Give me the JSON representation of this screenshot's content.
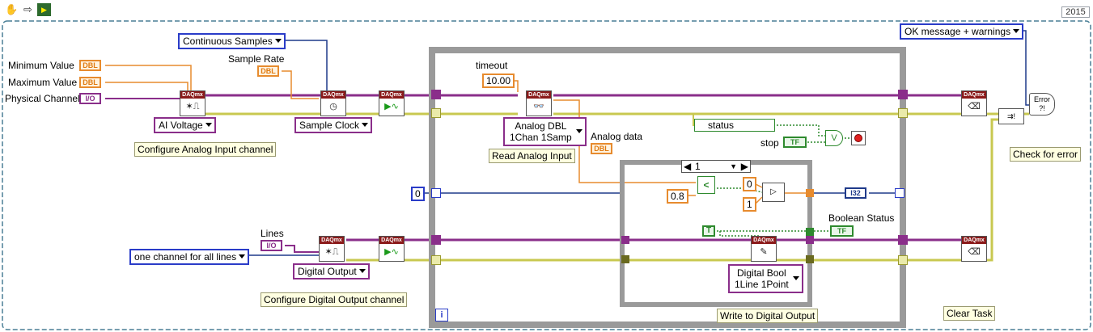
{
  "toolbar": {
    "version": "2015",
    "hand_icon": "hand-icon",
    "arrow_icon": "arrow-right-icon",
    "flag_icon": "probe-icon"
  },
  "labels": {
    "minimum_value": "Minimum Value",
    "maximum_value": "Maximum Value",
    "physical_channel": "Physical Channel",
    "sample_rate": "Sample Rate",
    "timeout": "timeout",
    "analog_data": "Analog data",
    "stop": "stop",
    "boolean_status": "Boolean Status",
    "lines": "Lines"
  },
  "notes": {
    "configure_analog": "Configure Analog Input channel",
    "read_analog": "Read Analog Input",
    "configure_digital": "Configure Digital Output channel",
    "write_digital": "Write to Digital Output",
    "check_error": "Check for error",
    "clear_task": "Clear Task"
  },
  "terminals": {
    "dbl": "DBL",
    "io": "I/O",
    "tf": "TF",
    "i32": "I32",
    "t": "T"
  },
  "constants": {
    "timeout_value": "10.00",
    "threshold": "0.8",
    "zero_init": "0",
    "sel_false": "0",
    "sel_true": "1"
  },
  "rings": {
    "sample_mode": "Continuous Samples",
    "ai_voltage": "AI Voltage",
    "sample_clock": "Sample Clock",
    "analog_read_poly": [
      "Analog DBL",
      "1Chan 1Samp"
    ],
    "digital_output": "Digital Output",
    "line_grouping": "one channel for all lines",
    "digital_write_poly": [
      "Digital Bool",
      "1Line 1Point"
    ],
    "error_mode": "OK message + warnings"
  },
  "case": {
    "selector_value": "1"
  },
  "bundle": {
    "status": "status"
  },
  "vi": {
    "header": "DAQmx",
    "error_label": "Error"
  },
  "colors": {
    "purple_wire": "#8a2e8a",
    "yellow_wire": "#c8c850",
    "orange_wire": "#e78b2e",
    "blue_wire": "#1f3a8a",
    "green_wire": "#2e8a2e",
    "loop_border": "#9a9a9a",
    "note_bg": "#ffffe1"
  }
}
